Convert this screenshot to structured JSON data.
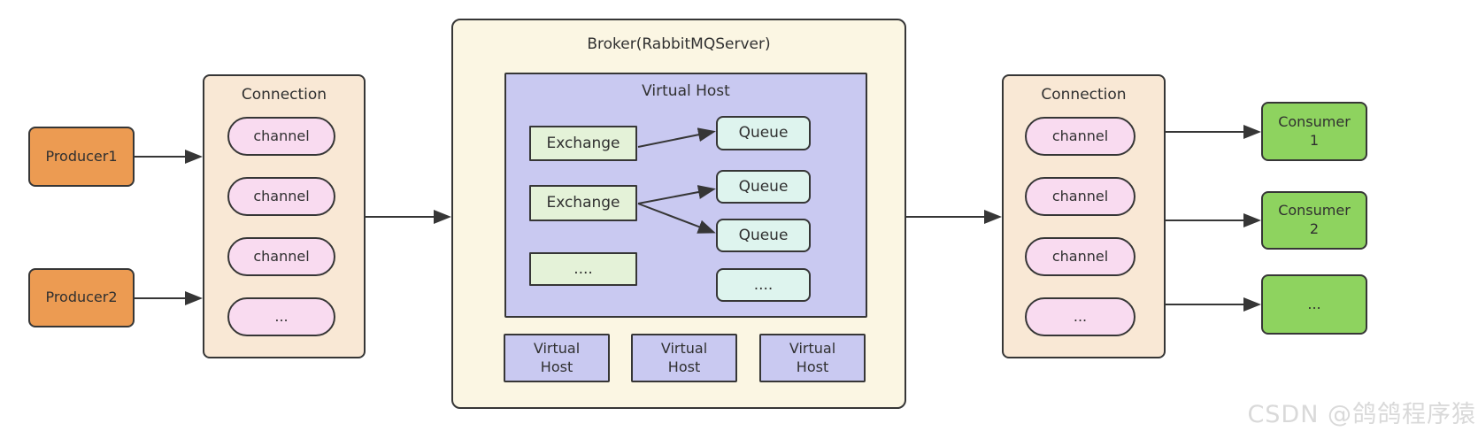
{
  "colors": {
    "producer": "#ec9b52",
    "consumer": "#8ed35f",
    "connection": "#f9e8d5",
    "channel": "#f9dbf0",
    "broker": "#fbf6e3",
    "virtual-host": "#c9c9f1",
    "exchange": "#e4f2d8",
    "queue": "#def4ee",
    "stroke": "#363636",
    "text": "#303030",
    "arrow": "#363636",
    "watermark": "#d9d9d9"
  },
  "diagram": {
    "producers": [
      "Producer1",
      "Producer2"
    ],
    "connection_left": {
      "title": "Connection",
      "channels": [
        "channel",
        "channel",
        "channel",
        "..."
      ]
    },
    "broker": {
      "title": "Broker(RabbitMQServer)",
      "virtual_host": {
        "title": "Virtual Host",
        "exchanges": [
          "Exchange",
          "Exchange",
          "...."
        ],
        "queues": [
          "Queue",
          "Queue",
          "Queue",
          "...."
        ]
      },
      "other_virtual_hosts": [
        "Virtual\nHost",
        "Virtual\nHost",
        "Virtual\nHost"
      ]
    },
    "connection_right": {
      "title": "Connection",
      "channels": [
        "channel",
        "channel",
        "channel",
        "..."
      ]
    },
    "consumers": [
      "Consumer\n1",
      "Consumer\n2",
      "..."
    ],
    "watermark": "CSDN @鸽鸽程序猿"
  }
}
